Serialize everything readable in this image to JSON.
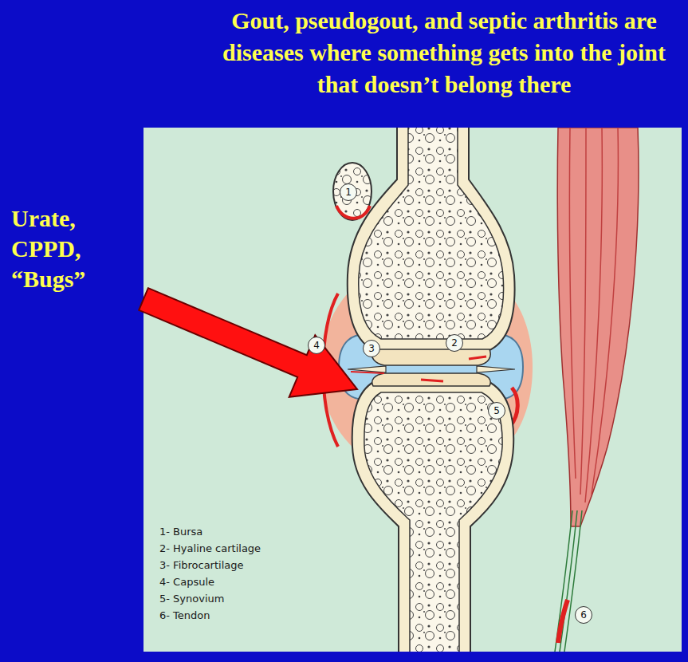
{
  "diagram": {
    "title": "Gout, pseudogout, and septic arthritis are diseases where something gets into the joint that doesn’t belong there",
    "nodes": [
      {
        "text": [
          "1"
        ]
      },
      {
        "text": [
          "2"
        ]
      },
      {
        "text": [
          "3"
        ]
      },
      {
        "text": [
          "4"
        ]
      },
      {
        "text": [
          "5"
        ]
      },
      {
        "text": [
          "6"
        ]
      }
    ],
    "labels": [
      "Urate, CPPD, “Bugs”",
      "1- Bursa",
      "2- Hyaline cartilage",
      "3- Fibrocartilage",
      "4- Capsule",
      "5- Synovium",
      "6- Tendon"
    ]
  }
}
